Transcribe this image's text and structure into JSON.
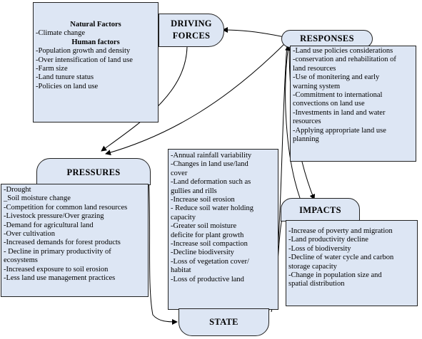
{
  "driving_forces": {
    "title_line1": "DRIVING",
    "title_line2": "FORCES",
    "natural_heading": "Natural Factors",
    "natural_items": [
      "-Climate change"
    ],
    "human_heading": "Human factors",
    "human_items": [
      "-Population growth and density",
      "-Over intensification of land use",
      "-Farm size",
      "-Land tunure status",
      "-Policies on land use"
    ]
  },
  "responses": {
    "title": "RESPONSES",
    "lines": [
      "-Land use policies considerations",
      "-conservation and rehabilitation of",
      "land resources",
      "-Use of monitering and early",
      "warning system",
      "-Commitment to international",
      "convections on land use",
      "-Investments in land and water",
      "resources",
      "-Applying appropriate land use",
      "planning"
    ]
  },
  "pressures": {
    "title": "PRESSURES",
    "lines": [
      "-Drought",
      "_Soil moisture change",
      "-Competition for common land resources",
      "-Livestock pressure/Over grazing",
      "-Demand for agricultural land",
      "-Over cultivation",
      "-Increased demands for forest products",
      "- Decline in primary productivity of",
      "ecosystems",
      "-Increased exposure to soil erosion",
      "-Less land use management practices"
    ]
  },
  "state": {
    "title": "STATE",
    "lines": [
      "-Annual rainfall variability",
      "-Changes in land use/land",
      "cover",
      "-Land deformation such as",
      "gullies and rills",
      "-Increase soil erosion",
      "- Reduce soil water holding",
      "capacity",
      "-Greater  soil moisture",
      "deficite  for plant growth",
      "-Increase soil compaction",
      "-Decline biodiversity",
      "-Loss of vegetation cover/",
      "habitat",
      "-Loss of productive land"
    ]
  },
  "impacts": {
    "title": "IMPACTS",
    "lines": [
      "-Increase of poverty and migration",
      "-Land productivity decline",
      "-Loss of biodiversity",
      "-Decline of water cycle and carbon",
      "storage capacity",
      "-Change in population size and",
      "spatial distribution"
    ]
  }
}
